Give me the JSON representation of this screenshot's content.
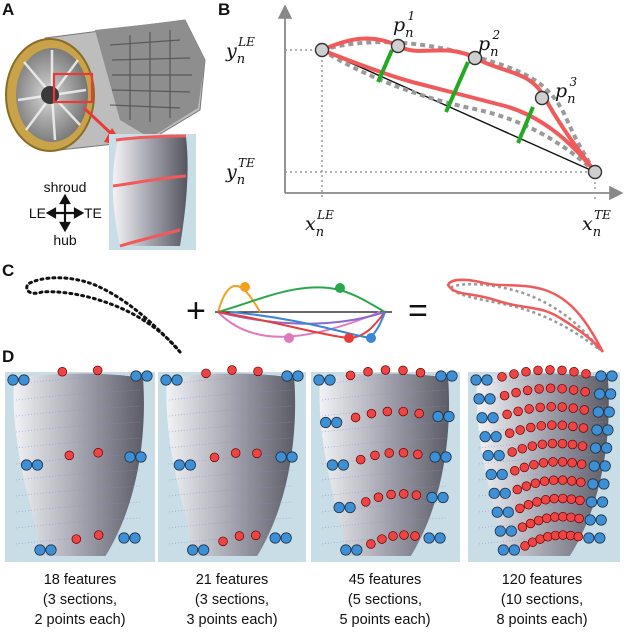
{
  "panels": {
    "A": {
      "label": "A",
      "directions": {
        "up": "shroud",
        "down": "hub",
        "left": "LE",
        "right": "TE"
      }
    },
    "B": {
      "label": "B",
      "labels": {
        "y_le": {
          "base": "y",
          "sub": "n",
          "sup": "LE"
        },
        "y_te": {
          "base": "y",
          "sub": "n",
          "sup": "TE"
        },
        "x_le": {
          "base": "x",
          "sub": "n",
          "sup": "LE"
        },
        "x_te": {
          "base": "x",
          "sub": "n",
          "sup": "TE"
        },
        "points": [
          {
            "base": "p",
            "sub": "n",
            "sup": "1"
          },
          {
            "base": "p",
            "sub": "n",
            "sup": "2"
          },
          {
            "base": "p",
            "sub": "n",
            "sup": "3"
          }
        ]
      }
    },
    "C": {
      "label": "C",
      "plus": "+",
      "equals": "="
    },
    "D": {
      "label": "D",
      "captions": [
        {
          "line1": "18 features",
          "line2": "(3 sections,",
          "line3": "2 points each)"
        },
        {
          "line1": "21 features",
          "line2": "(3 sections,",
          "line3": "3 points each)"
        },
        {
          "line1": "45 features",
          "line2": "(5 sections,",
          "line3": "5 points each)"
        },
        {
          "line1": "120 features",
          "line2": "(10 sections,",
          "line3": "8 points each)"
        }
      ]
    }
  },
  "colors": {
    "red_curve": "#f05a5a",
    "gray_dotted": "#9a9a9a",
    "green": "#22aa22",
    "blue_point": "#3d8fd6",
    "red_point": "#ee4444",
    "blade_bg": "#c9dde6",
    "handle_orange": "#f2a01f",
    "handle_green": "#29a84a",
    "handle_blue": "#3b86d6",
    "handle_pink": "#e07ac0",
    "handle_purple": "#8b6ad0",
    "handle_red": "#e83c3c"
  },
  "icons": [
    "jet-engine-illustration",
    "move-arrows-icon"
  ]
}
